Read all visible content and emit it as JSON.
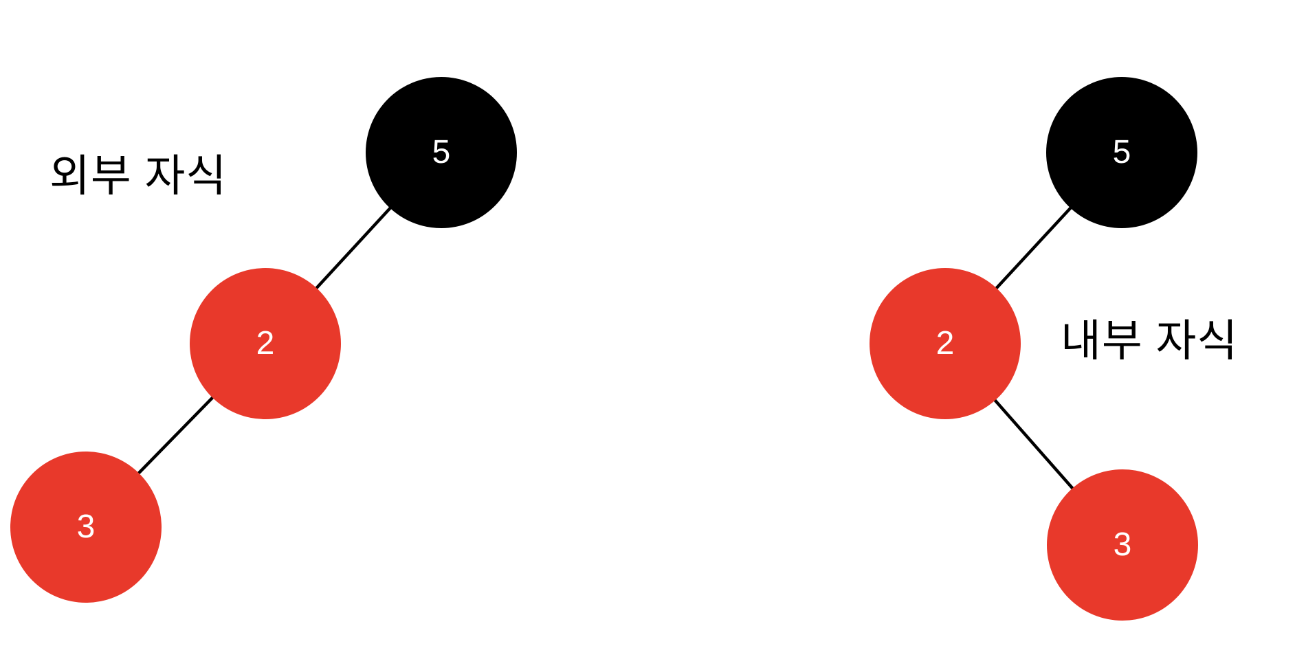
{
  "colors": {
    "background": "#ffffff",
    "node_red": "#e8392b",
    "node_black": "#000000",
    "edge": "#000000",
    "node_text": "#ffffff",
    "caption_text": "#000000"
  },
  "left_tree": {
    "caption": "외부 자식",
    "root": {
      "value": "5",
      "color": "black"
    },
    "child": {
      "value": "2",
      "color": "red"
    },
    "grandchild": {
      "value": "3",
      "color": "red"
    }
  },
  "right_tree": {
    "caption": "내부 자식",
    "root": {
      "value": "5",
      "color": "black"
    },
    "child": {
      "value": "2",
      "color": "red"
    },
    "grandchild": {
      "value": "3",
      "color": "red"
    }
  }
}
